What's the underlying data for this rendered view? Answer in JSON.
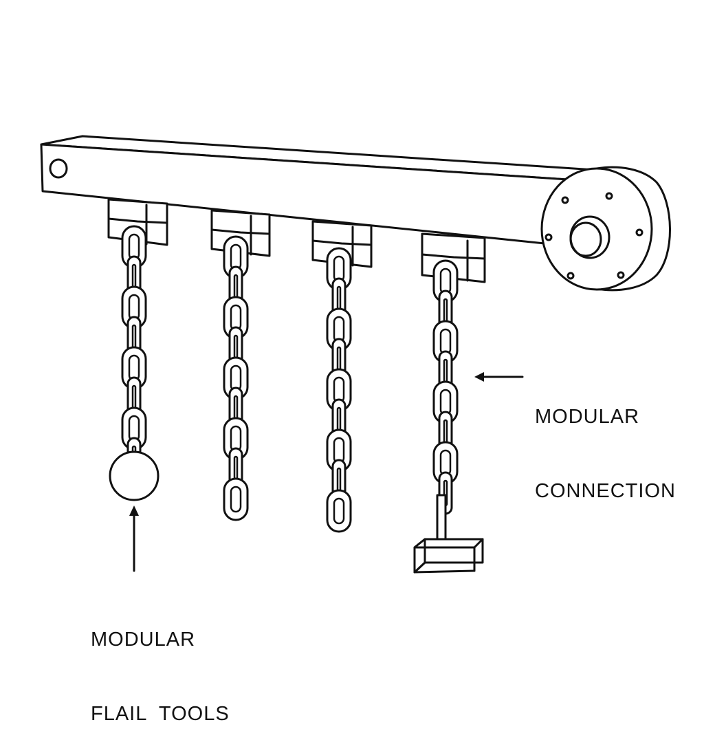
{
  "labels": {
    "connection_line1": "MODULAR",
    "connection_line2": "CONNECTION",
    "tools_line1": "MODULAR",
    "tools_line2": "FLAIL  TOOLS"
  },
  "colors": {
    "stroke": "#111111",
    "background": "#ffffff"
  },
  "flail_tools": [
    "ball",
    "plain-chain",
    "plain-chain",
    "t-bar-hammer"
  ]
}
